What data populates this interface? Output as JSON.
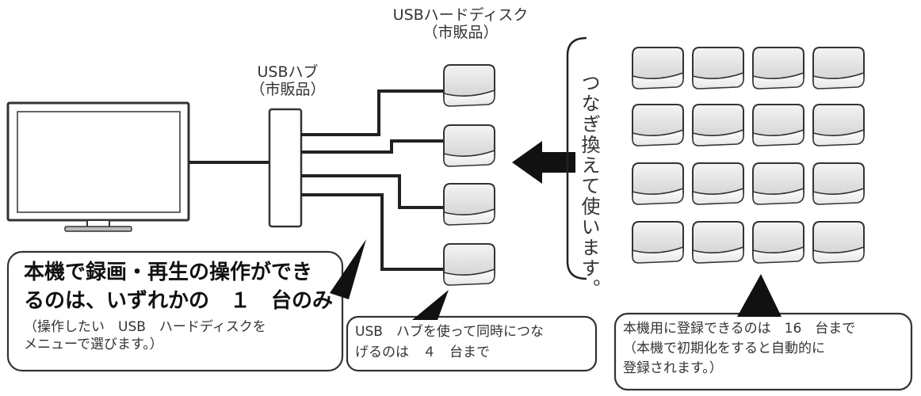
{
  "labels": {
    "hdd_title_line1": "USBハードディスク",
    "hdd_title_line2": "（市販品）",
    "hub_title_line1": "USBハブ",
    "hub_title_line2": "（市販品）",
    "swap_note": "つなぎ換えて使います。"
  },
  "callouts": {
    "left": {
      "bold_line1": "本機で録画・再生の操作ができ",
      "bold_line2": "るのは、いずれかの　１　台のみ",
      "small_line1": "（操作したい　USB　ハードディスクを",
      "small_line2": "メニューで選びます。）"
    },
    "middle": {
      "line1": "USB　ハブを使って同時につな",
      "line2": "げるのは　４　台まで"
    },
    "right": {
      "line1": "本機用に登録できるのは　16　台まで",
      "line2": "（本機で初期化をすると自動的に",
      "line3": "登録されます。）"
    }
  }
}
